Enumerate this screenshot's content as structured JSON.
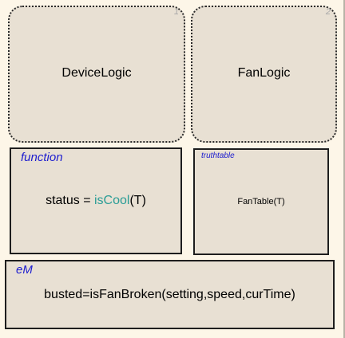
{
  "subcharts": [
    {
      "label": "DeviceLogic",
      "number": "1"
    },
    {
      "label": "FanLogic",
      "number": "2"
    }
  ],
  "function_block": {
    "kind": "function",
    "lhs": "status = ",
    "call": "isCool",
    "args": "(T)"
  },
  "truthtable_block": {
    "kind": "truthtable",
    "text": "FanTable(T)"
  },
  "em_block": {
    "kind": "eM",
    "text": "busted=isFanBroken(setting,speed,curTime)"
  },
  "colors": {
    "canvas_background": "#fdf6e8",
    "box_fill": "#e8e0d3",
    "kind_label": "#1c1ccf",
    "function_call": "#2a9d96",
    "corner_number": "#a8a8a8"
  }
}
